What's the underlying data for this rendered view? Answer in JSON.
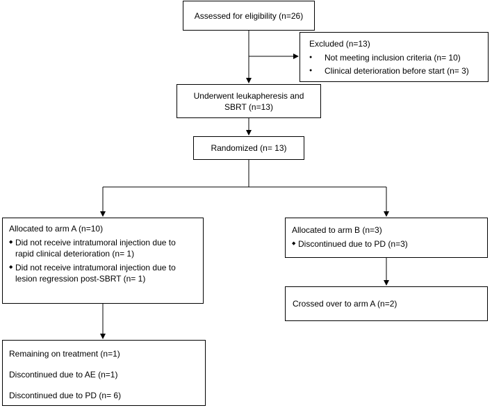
{
  "flow": {
    "assessed": "Assessed for eligibility (n=26)",
    "excluded": {
      "title": "Excluded (n=13)",
      "items": [
        "Not meeting inclusion criteria (n= 10)",
        "Clinical deterioration before start (n= 3)"
      ]
    },
    "leuka": {
      "line1": "Underwent leukapheresis and",
      "line2": "SBRT (n=13)"
    },
    "randomized": "Randomized (n= 13)",
    "arm_a": {
      "title": "Allocated to arm A (n=10)",
      "items": [
        {
          "line1": "Did not receive intratumoral injection due to",
          "line2": "rapid clinical deterioration (n= 1)"
        },
        {
          "line1": "Did not receive intratumoral injection due to",
          "line2": "lesion regression post-SBRT (n= 1)"
        }
      ]
    },
    "arm_b": {
      "title": "Allocated to arm B (n=3)",
      "item": "Discontinued due to PD (n=3)"
    },
    "crossed": "Crossed over to arm A (n=2)",
    "outcomes": [
      "Remaining on treatment (n=1)",
      "Discontinued due to AE (n=1)",
      "Discontinued due to PD (n= 6)"
    ]
  }
}
